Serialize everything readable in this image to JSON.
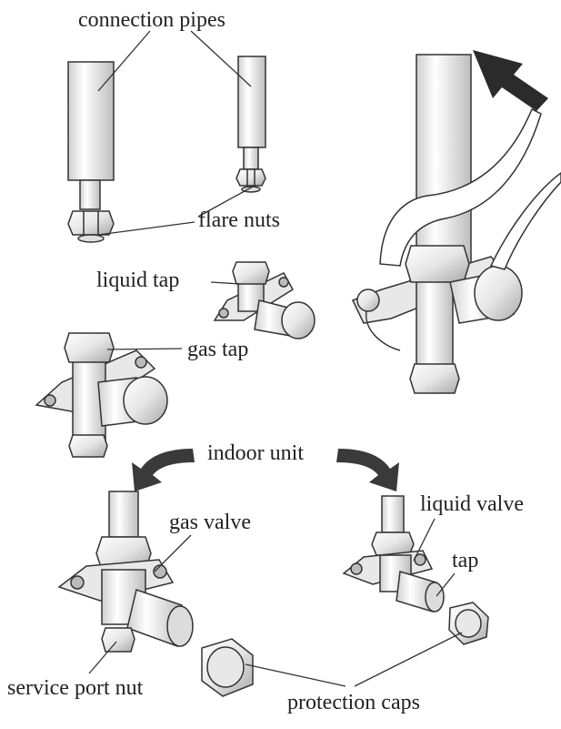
{
  "labels": {
    "connection_pipes": "connection pipes",
    "flare_nuts": "flare nuts",
    "liquid_tap": "liquid tap",
    "gas_tap": "gas tap",
    "indoor_unit": "indoor unit",
    "gas_valve": "gas valve",
    "liquid_valve": "liquid valve",
    "tap": "tap",
    "service_port_nut": "service port nut",
    "protection_caps": "protection caps"
  },
  "colors": {
    "stroke": "#333333",
    "fill_light": "#f2f2f2",
    "fill_mid": "#d9d9d9",
    "fill_dark": "#b3b3b3",
    "arrow": "#2b2b2b"
  }
}
